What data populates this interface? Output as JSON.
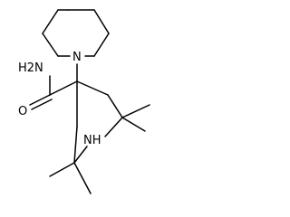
{
  "molecule": {
    "atoms": {
      "piperidine_n": "N",
      "amide_n": "H2N",
      "amide_o": "O",
      "ring_nh": "NH"
    }
  }
}
